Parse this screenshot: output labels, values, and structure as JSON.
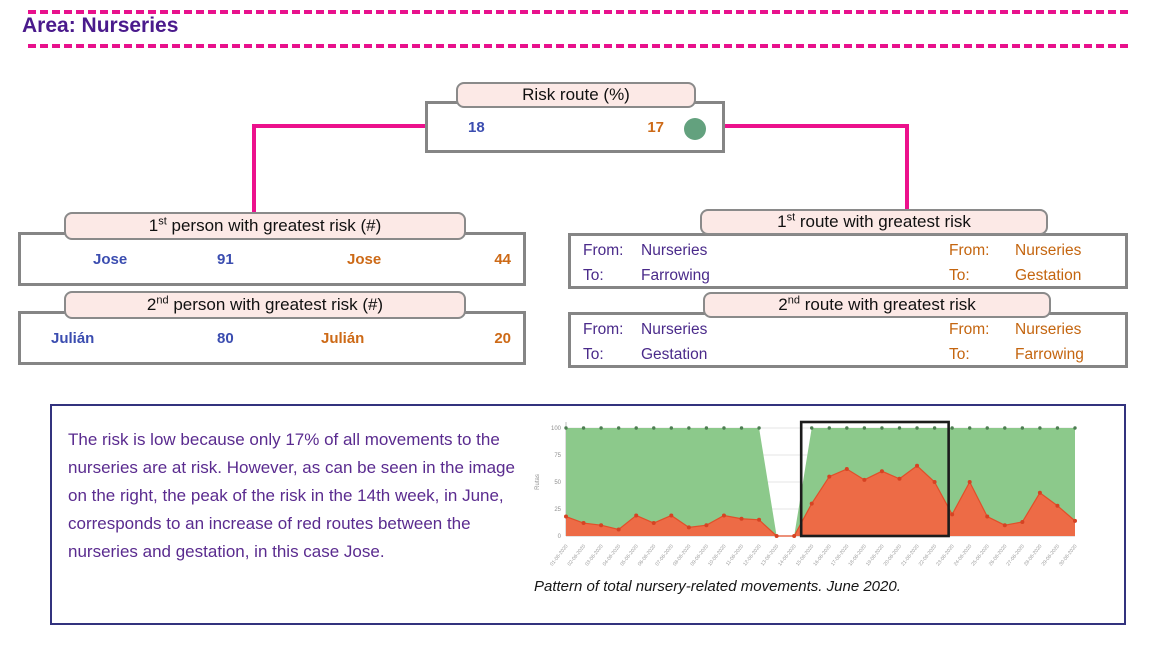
{
  "header": {
    "title": "Area: Nurseries"
  },
  "colors": {
    "accent_magenta": "#e8118c",
    "blue_value": "#3b4db0",
    "orange_value": "#cd6a17",
    "purple_text": "#5a2b8f",
    "indicator_green": "#63a17e",
    "box_border_gray": "#858585",
    "tab_fill_pink": "#fce9e6",
    "panel_border_navy": "#32327e"
  },
  "risk_route": {
    "title": "Risk route (%)",
    "left_value": "18",
    "right_value": "17",
    "indicator": "green-circle-low-risk"
  },
  "persons": [
    {
      "rank_num": "1",
      "rank_sup": "st",
      "label_rest": " person with greatest risk (#)",
      "left_name": "Jose",
      "left_value": "91",
      "right_name": "Jose",
      "right_value": "44"
    },
    {
      "rank_num": "2",
      "rank_sup": "nd",
      "label_rest": " person with greatest risk (#)",
      "left_name": "Julián",
      "left_value": "80",
      "right_name": "Julián",
      "right_value": "20"
    }
  ],
  "routes": [
    {
      "rank_num": "1",
      "rank_sup": "st",
      "label_rest": " route with greatest risk",
      "left": {
        "from_label": "From:",
        "from_value": "Nurseries",
        "to_label": "To:",
        "to_value": "Farrowing"
      },
      "right": {
        "from_label": "From:",
        "from_value": "Nurseries",
        "to_label": "To:",
        "to_value": "Gestation"
      }
    },
    {
      "rank_num": "2",
      "rank_sup": "nd",
      "label_rest": " route with greatest risk",
      "left": {
        "from_label": "From:",
        "from_value": "Nurseries",
        "to_label": "To:",
        "to_value": "Gestation"
      },
      "right": {
        "from_label": "From:",
        "from_value": "Nurseries",
        "to_label": "To:",
        "to_value": "Farrowing"
      }
    }
  ],
  "summary": {
    "text": "The risk is low because only 17% of all movements to the nurseries are at risk. However, as can be seen in the image on the right, the peak of the risk in the 14th week, in June, corresponds to an increase of red routes between the nurseries and gestation, in this case Jose."
  },
  "chart_caption": "Pattern of total nursery-related movements. June 2020.",
  "chart_data": {
    "type": "area",
    "stacked": true,
    "title": "",
    "xlabel": "",
    "ylabel": "Rutas",
    "ylim": [
      0,
      100
    ],
    "yticks": [
      0,
      25,
      50,
      75,
      100
    ],
    "grid": true,
    "legend": "none",
    "x": [
      "01-06-2020",
      "02-06-2020",
      "03-06-2020",
      "04-06-2020",
      "05-06-2020",
      "06-06-2020",
      "07-06-2020",
      "08-06-2020",
      "09-06-2020",
      "10-06-2020",
      "11-06-2020",
      "12-06-2020",
      "13-06-2020",
      "14-06-2020",
      "15-06-2020",
      "16-06-2020",
      "17-06-2020",
      "18-06-2020",
      "19-06-2020",
      "20-06-2020",
      "21-06-2020",
      "22-06-2020",
      "23-06-2020",
      "24-06-2020",
      "25-06-2020",
      "26-06-2020",
      "27-06-2020",
      "28-06-2020",
      "29-06-2020",
      "30-06-2020"
    ],
    "series": [
      {
        "name": "movements at risk (red)",
        "color": "#ed6b46",
        "line_color": "#e14f2a",
        "point_color": "#d64323",
        "values": [
          18,
          12,
          10,
          6,
          19,
          12,
          19,
          8,
          10,
          19,
          16,
          15,
          0,
          0,
          30,
          55,
          62,
          52,
          60,
          53,
          65,
          50,
          20,
          50,
          18,
          10,
          13,
          40,
          28,
          14
        ]
      },
      {
        "name": "total movements (green, filled to top)",
        "color": "#8cc98b",
        "point_color": "#4d7d52",
        "values": [
          100,
          100,
          100,
          100,
          100,
          100,
          100,
          100,
          100,
          100,
          100,
          100,
          0,
          0,
          100,
          100,
          100,
          100,
          100,
          100,
          100,
          100,
          100,
          100,
          100,
          100,
          100,
          100,
          100,
          100
        ]
      }
    ],
    "highlight_box": {
      "from_index": 13.4,
      "to_index": 21.8,
      "color": "#1c1c1c"
    }
  }
}
